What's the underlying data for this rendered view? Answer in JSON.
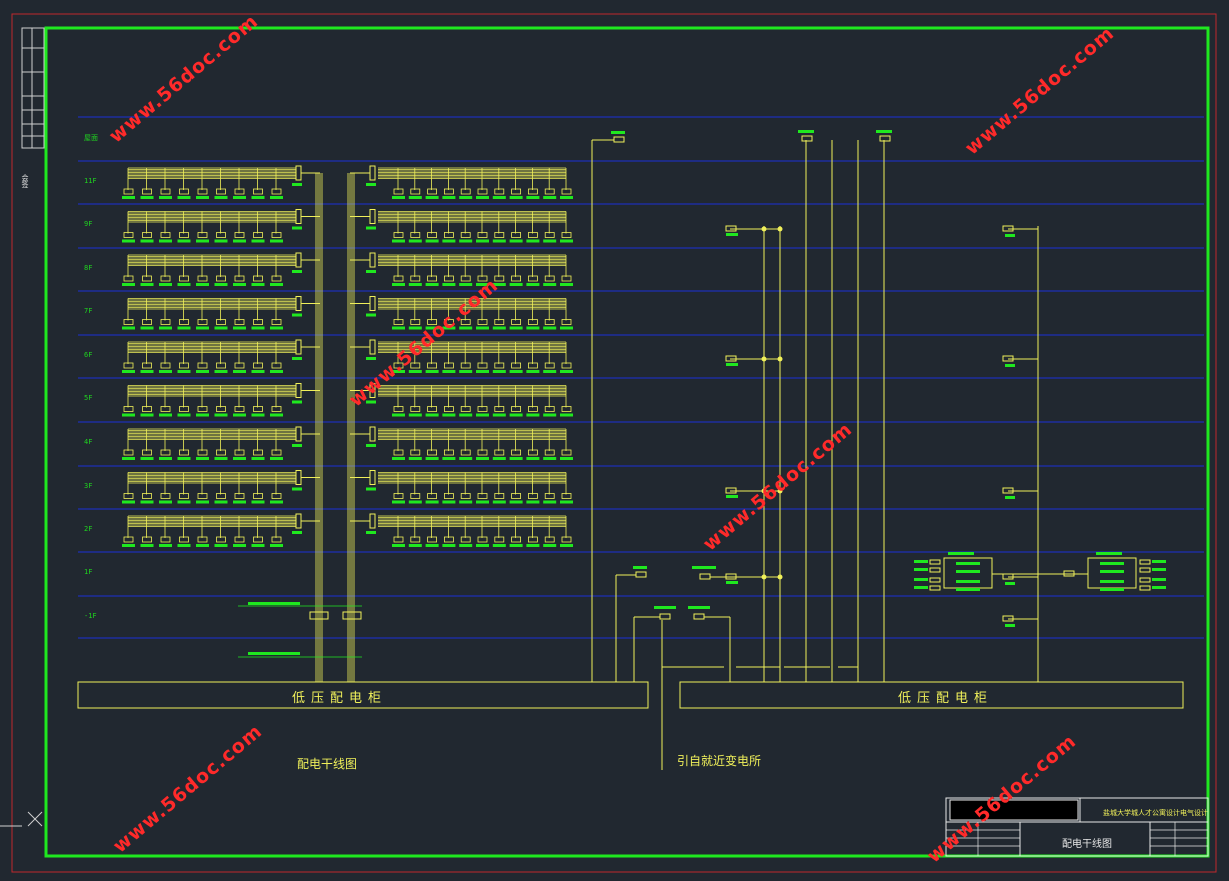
{
  "drawing": {
    "cabinet_left_label": "低压配电柜",
    "cabinet_right_label": "低压配电柜",
    "caption_main": "配电干线图",
    "caption_source": "引自就近变电所",
    "floor_labels": [
      "屋面",
      "11F",
      "9F",
      "8F",
      "7F",
      "6F",
      "5F",
      "4F",
      "3F",
      "2F",
      "1F",
      "-1F"
    ]
  },
  "title_block": {
    "project": "盐城大学城人才公寓设计电气设计",
    "drawing_name": "配电干线图",
    "side_label": "会签"
  },
  "watermark": "www.56doc.com",
  "colors": {
    "background": "#212830",
    "frame_green": "#1fe81f",
    "line_yellow": "#f0f05a",
    "floor_blue": "#1c2fd6",
    "watermark_red": "#ff2a2a"
  }
}
